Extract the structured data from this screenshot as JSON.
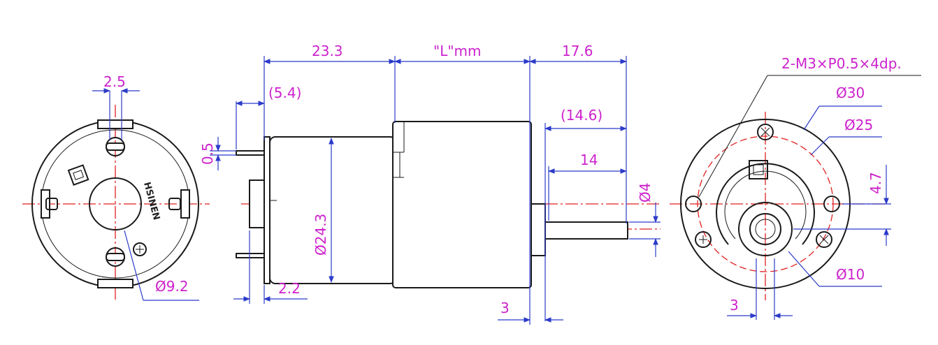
{
  "dimensions": {
    "left_view": {
      "pin_spacing": "2.5",
      "boss_dia": "Ø9.2"
    },
    "side_view": {
      "gearbox_len": "23.3",
      "motor_len": "\"L\"mm",
      "shaft_len": "17.6",
      "terminal_offset": "(5.4)",
      "shaft_exposed": "(14.6)",
      "flat_len": "14",
      "terminal_thickness": "0.5",
      "body_dia": "Ø24.3",
      "shaft_dia": "Ø4",
      "terminal_pitch": "2.2",
      "boss_height": "3"
    },
    "right_view": {
      "mount_holes": "2-M3×P0.5×4dp.",
      "outer_dia": "Ø30",
      "bolt_circle": "Ø25",
      "offset": "4.7",
      "boss_dia": "Ø10",
      "boss_offset": "3"
    }
  },
  "brand": {
    "text": "HSINEN"
  },
  "colors": {
    "outline": "#1a1a1a",
    "dimension_text": "#cc22cc",
    "dimension_line": "#2b3bc9",
    "center_line": "#e02020"
  }
}
